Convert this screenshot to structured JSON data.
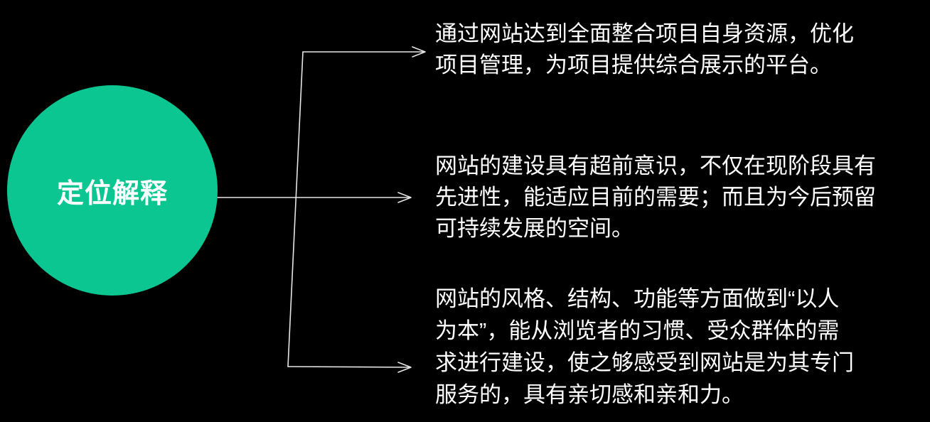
{
  "canvas": {
    "background_color": "#000000"
  },
  "root_node": {
    "label": "定位解释",
    "fill_color": "#0bc691",
    "text_color": "#ffffff"
  },
  "connectors": {
    "line_color": "#e6e6e6",
    "style": "open-arrowheads, slanted trunk from top branch to bottom branch"
  },
  "branches": [
    {
      "text": "通过网站达到全面整合项目自身资源，优化\n项目管理，为项目提供综合展示的平台。"
    },
    {
      "text": "网站的建设具有超前意识，不仅在现阶段具有\n先进性，能适应目前的需要；而且为今后预留\n可持续发展的空间。"
    },
    {
      "text": "网站的风格、结构、功能等方面做到“以人\n为本”，能从浏览者的习惯、受众群体的需\n求进行建设，使之够感受到网站是为其专门\n服务的，具有亲切感和亲和力。"
    }
  ]
}
